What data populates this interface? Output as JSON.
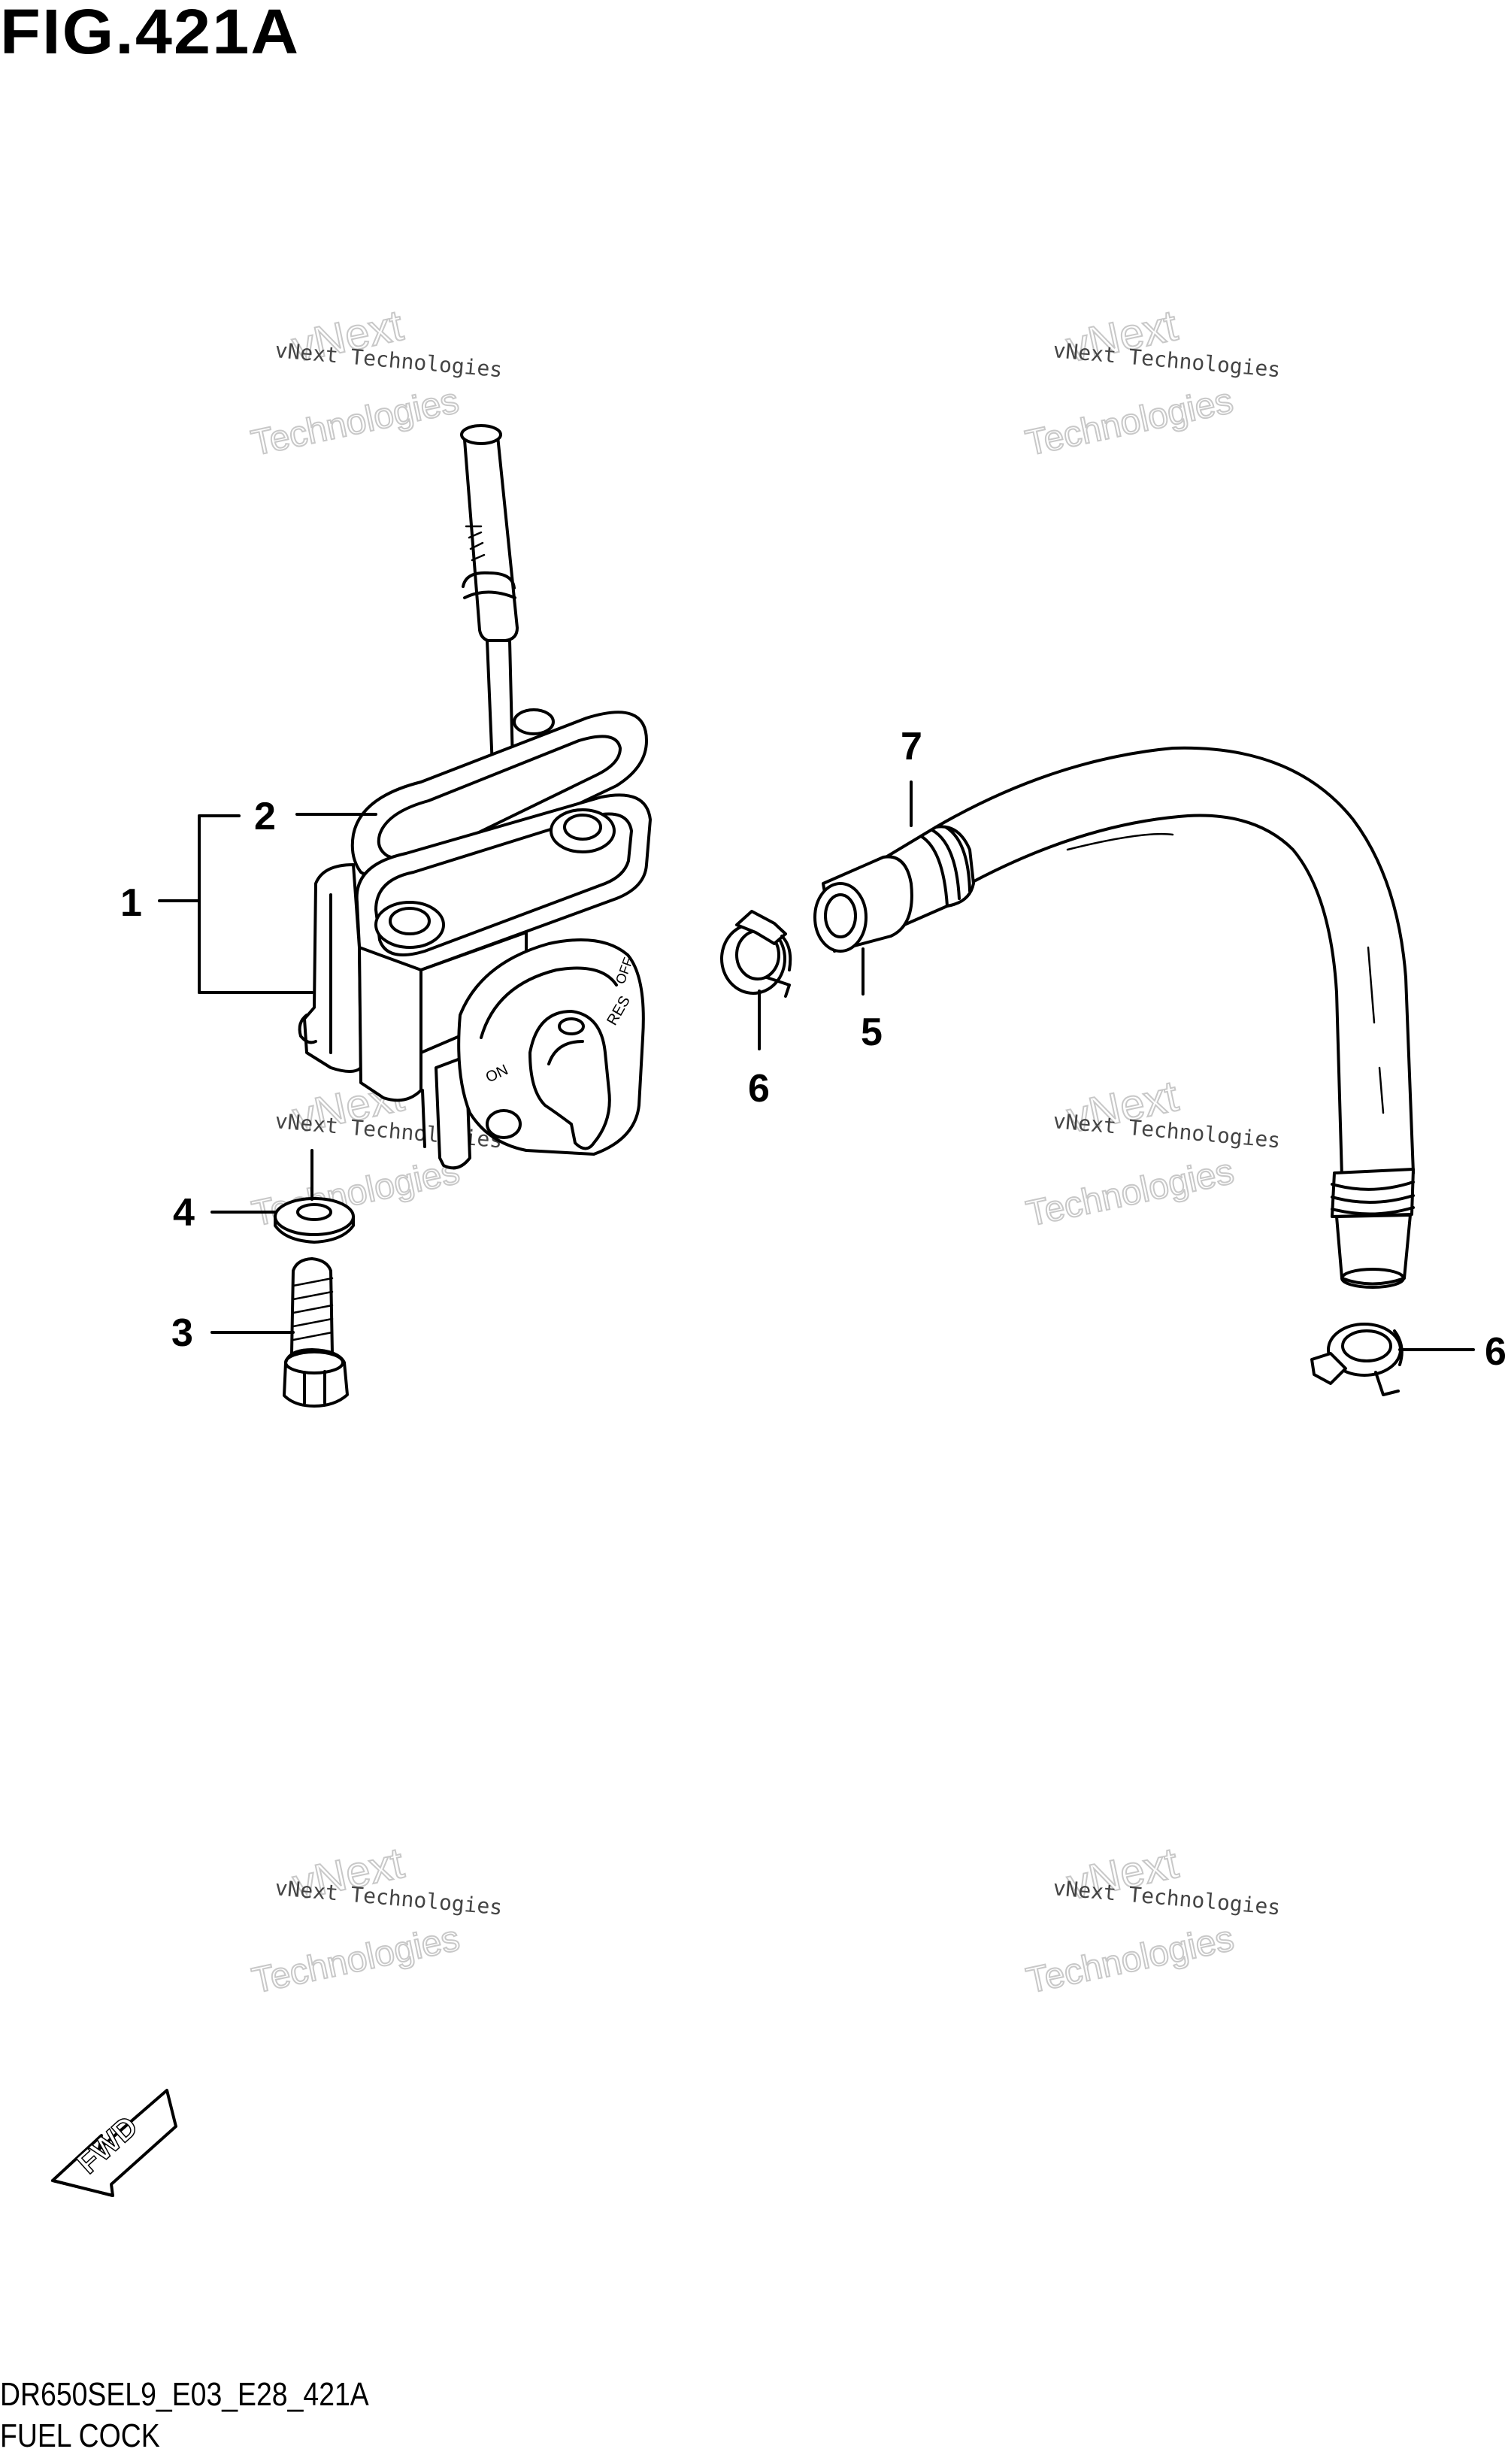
{
  "figure": {
    "title": "FIG.421A",
    "code": "DR650SEL9_E03_E28_421A",
    "name": "FUEL COCK"
  },
  "callouts": [
    {
      "id": "1",
      "label": "1"
    },
    {
      "id": "2",
      "label": "2"
    },
    {
      "id": "3",
      "label": "3"
    },
    {
      "id": "4",
      "label": "4"
    },
    {
      "id": "5",
      "label": "5"
    },
    {
      "id": "6a",
      "label": "6"
    },
    {
      "id": "6b",
      "label": "6"
    },
    {
      "id": "7",
      "label": "7"
    }
  ],
  "watermark": {
    "line1": "vNext Technologies",
    "line2": "vNext",
    "line3": "Technologies"
  },
  "fwd": {
    "label": "FWD"
  },
  "knob_marks": {
    "on": "ON",
    "res": "RES",
    "off": "OFF"
  }
}
